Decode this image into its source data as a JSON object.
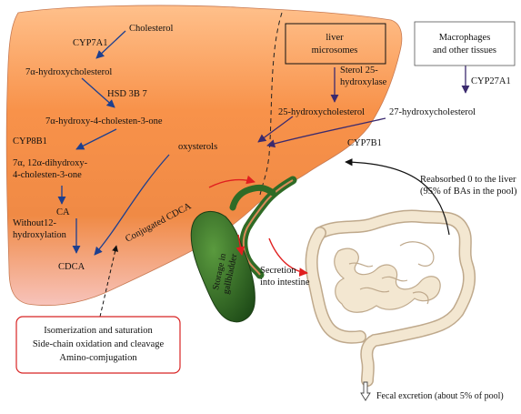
{
  "liver": {
    "cholesterol": "Cholesterol",
    "cyp7a1": "CYP7A1",
    "hydroxycholesterol_7a": "7α-hydroxycholesterol",
    "hsd3b7": "HSD 3B 7",
    "cholesten_one": "7α-hydroxy-4-cholesten-3-one",
    "cyp8b1": "CYP8B1",
    "dihydroxy_line1": "7α, 12α-dihydroxy-",
    "dihydroxy_line2": "4-cholesten-3-one",
    "ca": "CA",
    "without12_line1": "Without12-",
    "without12_line2": "hydroxylation",
    "cdca": "CDCA",
    "oxysterols": "oxysterols",
    "conjugated_cdca": "Conjugated CDCA",
    "hydroxycholesterol_25": "25-hydroxycholesterol",
    "cyp7b1": "CYP7B1"
  },
  "microsomes": {
    "line1": "liver",
    "line2": "microsomes",
    "enzyme_line1": "Sterol 25-",
    "enzyme_line2": "hydroxylase"
  },
  "macrophages": {
    "line1": "Macrophages",
    "line2": "and other tissues",
    "enzyme": "CYP27A1",
    "product": "27-hydroxycholesterol"
  },
  "reabsorption": {
    "line1": "Reabsorbed 0 to the liver",
    "line2": "(95% of BAs in the pool)"
  },
  "gallbladder": {
    "line1": "Storage in",
    "line2": "gallbladder"
  },
  "secretion": {
    "line1": "Secretion",
    "line2": "into intestine"
  },
  "processes": {
    "line1": "Isomerization and saturation",
    "line2": "Side-chain oxidation and cleavage",
    "line3": "Amino-comjugation"
  },
  "fecal": "Fecal excretion (about 5% of pool)",
  "colors": {
    "liver_top": "#ffa565",
    "liver_mid": "#f3893f",
    "liver_bottom": "#f6b9b0",
    "arrow_blue": "#1d3f8f",
    "arrow_purple": "#3b2a6e",
    "arrow_red": "#e01f1f",
    "gallbladder": "#2f6b26",
    "intestine": "#f3e7d1",
    "box_red": "#d82424"
  }
}
